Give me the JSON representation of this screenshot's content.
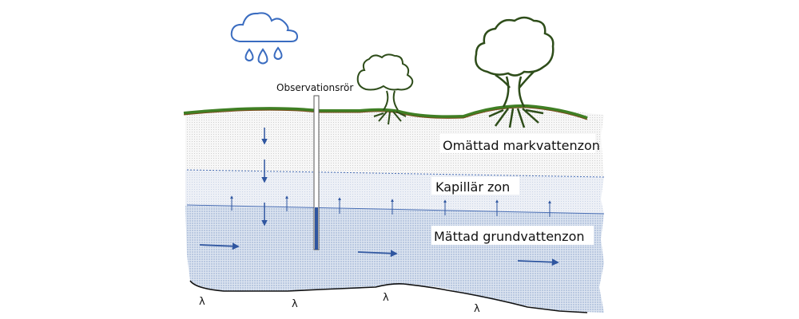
{
  "labels": {
    "pipe": "Observationsrör",
    "unsaturated": "Omättad markvattenzon",
    "capillary": "Kapillär zon",
    "saturated": "Mättad grundvattenzon"
  },
  "bedrock_symbols": [
    "λ",
    "λ",
    "λ",
    "λ"
  ],
  "colors": {
    "ground": "#3f7f24",
    "tree": "#2e4d1a",
    "arrow": "#2f56a0",
    "cloud": "#3a6cc0",
    "unsaturated": "#f1f1f1",
    "capillary": "#e9edf5",
    "saturated": "#cfdaeb"
  }
}
